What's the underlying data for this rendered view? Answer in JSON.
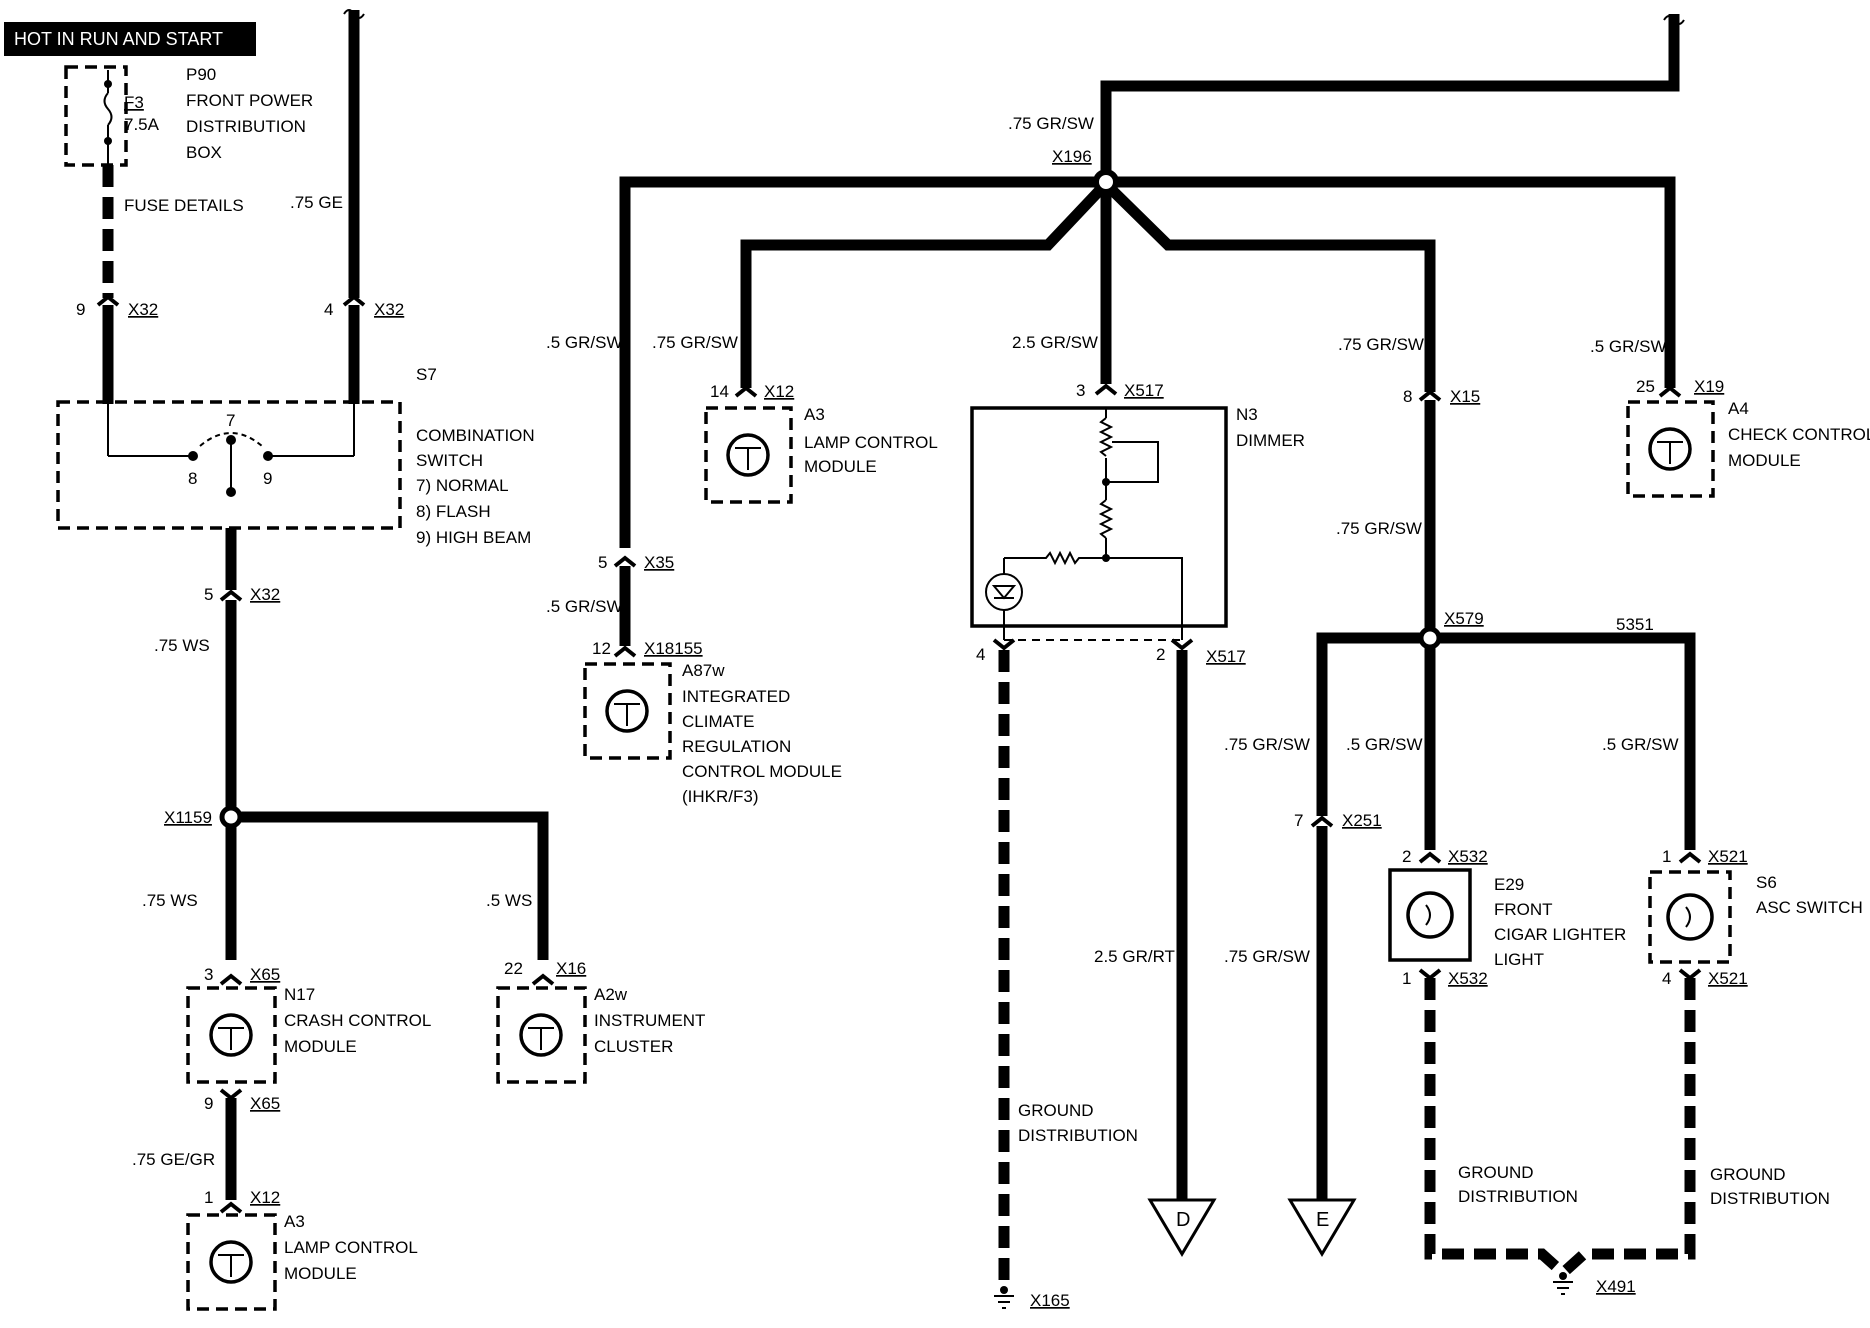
{
  "header": {
    "title": "HOT IN RUN AND START"
  },
  "fuse_box": {
    "id": "P90",
    "line1": "FRONT POWER",
    "line2": "DISTRIBUTION",
    "line3": "BOX",
    "fuse": "F3",
    "rating": "7.5A",
    "details": "FUSE DETAILS"
  },
  "wires": {
    "ge_top": ".75 GE",
    "grsw_top": ".75 GR/SW",
    "grsw_05_left": ".5 GR/SW",
    "grsw_075_a3": ".75 GR/SW",
    "grsw_25": "2.5 GR/SW",
    "grsw_075_x15": ".75 GR/SW",
    "grsw_05_a4": ".5 GR/SW",
    "ws_075": ".75 WS",
    "grsw_05_x35": ".5 GR/SW",
    "ws_075_b": ".75 WS",
    "ws_05": ".5 WS",
    "gegr": ".75 GE/GR",
    "grsw_075_mid": ".75 GR/SW",
    "n5351": "5351",
    "grsw_075_x251": ".75 GR/SW",
    "grsw_05_x532": ".5 GR/SW",
    "grsw_05_x521": ".5 GR/SW",
    "grrt": "2.5 GR/RT",
    "grsw_075_e": ".75 GR/SW"
  },
  "connectors": {
    "x32_9": {
      "pin": "9",
      "name": "X32"
    },
    "x32_4": {
      "pin": "4",
      "name": "X32"
    },
    "x32_5": {
      "pin": "5",
      "name": "X32"
    },
    "x196": "X196",
    "x12_14": {
      "pin": "14",
      "name": "X12"
    },
    "x517_3": {
      "pin": "3",
      "name": "X517"
    },
    "x15_8": {
      "pin": "8",
      "name": "X15"
    },
    "x19_25": {
      "pin": "25",
      "name": "X19"
    },
    "x35_5": {
      "pin": "5",
      "name": "X35"
    },
    "x18155_12": {
      "pin": "12",
      "name": "X18155"
    },
    "x517_4": {
      "pin": "4"
    },
    "x517_2": {
      "pin": "2",
      "name": "X517"
    },
    "x579": "X579",
    "x1159": "X1159",
    "x65_3": {
      "pin": "3",
      "name": "X65"
    },
    "x65_9": {
      "pin": "9",
      "name": "X65"
    },
    "x12_1": {
      "pin": "1",
      "name": "X12"
    },
    "x16_22": {
      "pin": "22",
      "name": "X16"
    },
    "x251_7": {
      "pin": "7",
      "name": "X251"
    },
    "x532_2": {
      "pin": "2",
      "name": "X532"
    },
    "x532_1": {
      "pin": "1",
      "name": "X532"
    },
    "x521_1": {
      "pin": "1",
      "name": "X521"
    },
    "x521_4": {
      "pin": "4",
      "name": "X521"
    },
    "x165": "X165",
    "x491": "X491"
  },
  "components": {
    "s7": {
      "id": "S7",
      "l1": "COMBINATION",
      "l2": "SWITCH",
      "l3": "7)   NORMAL",
      "l4": "8)   FLASH",
      "l5": "9)   HIGH BEAM",
      "p7": "7",
      "p8": "8",
      "p9": "9"
    },
    "a3_top": {
      "id": "A3",
      "l1": "LAMP CONTROL",
      "l2": "MODULE"
    },
    "n3": {
      "id": "N3",
      "l1": "DIMMER"
    },
    "a4": {
      "id": "A4",
      "l1": "CHECK CONTROL",
      "l2": "MODULE"
    },
    "a87w": {
      "id": "A87w",
      "l1": "INTEGRATED",
      "l2": "CLIMATE",
      "l3": "REGULATION",
      "l4": "CONTROL MODULE",
      "l5": "(IHKR/F3)"
    },
    "n17": {
      "id": "N17",
      "l1": "CRASH CONTROL",
      "l2": "MODULE"
    },
    "a3_bot": {
      "id": "A3",
      "l1": "LAMP CONTROL",
      "l2": "MODULE"
    },
    "a2w": {
      "id": "A2w",
      "l1": "INSTRUMENT",
      "l2": "CLUSTER"
    },
    "e29": {
      "id": "E29",
      "l1": "FRONT",
      "l2": "CIGAR LIGHTER",
      "l3": "LIGHT"
    },
    "s6": {
      "id": "S6",
      "l1": "ASC SWITCH"
    }
  },
  "ground": {
    "g1": "GROUND",
    "g2": "DISTRIBUTION"
  },
  "refs": {
    "d": "D",
    "e": "E"
  }
}
